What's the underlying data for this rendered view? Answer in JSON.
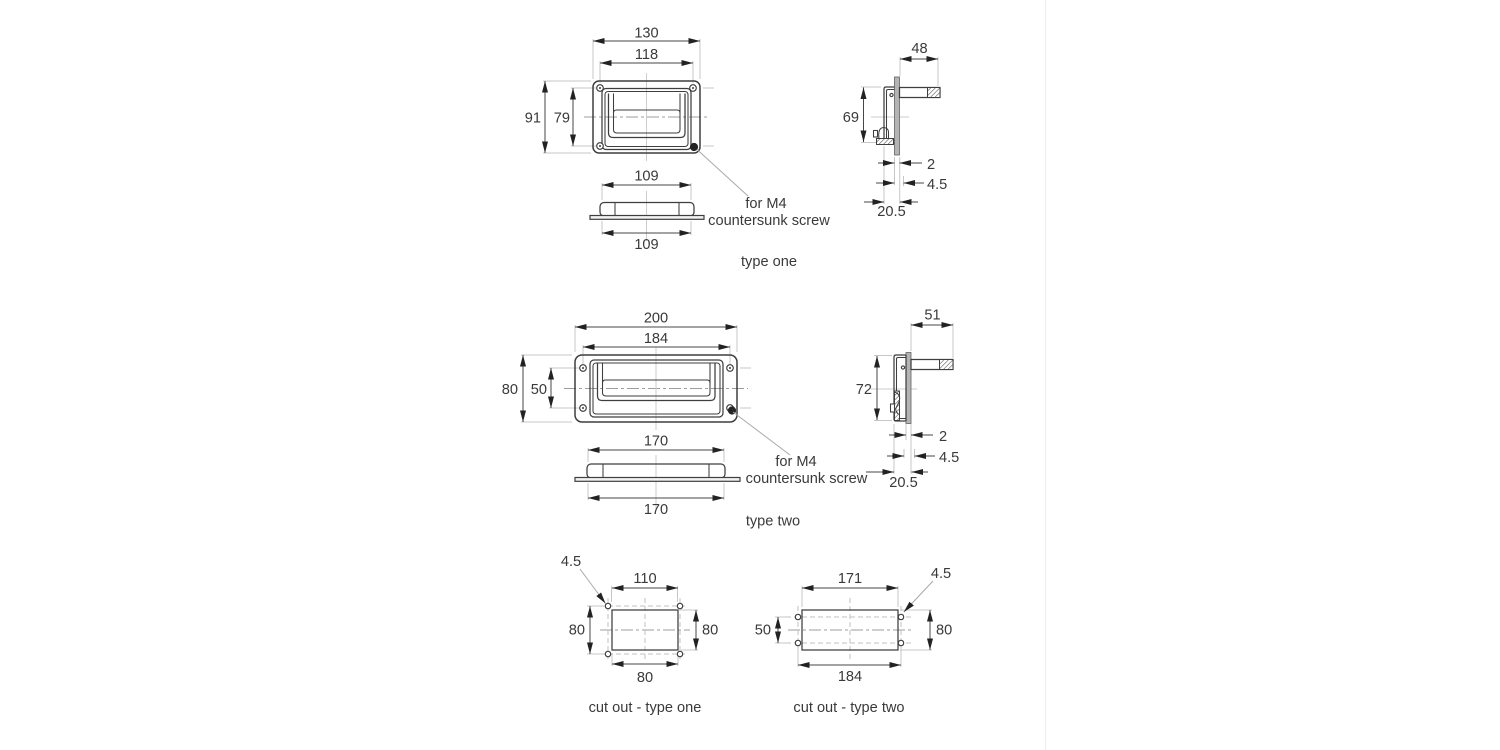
{
  "divider": {
    "color": "#ececec"
  },
  "type_one": {
    "caption": "type one",
    "note": {
      "line1": "for M4",
      "line2": "countersunk screw"
    },
    "front": {
      "overall_width": "130",
      "screw_spacing_h": "118",
      "overall_height": "91",
      "screw_spacing_v": "79"
    },
    "rear": {
      "tray_width_top": "109",
      "tray_width_bottom": "109"
    },
    "side": {
      "handle_depth": "48",
      "body_height": "69",
      "panel_thickness": "2",
      "flange_offset": "4.5",
      "recess_depth": "20.5"
    }
  },
  "type_two": {
    "caption": "type two",
    "note": {
      "line1": "for M4",
      "line2": "countersunk screw"
    },
    "front": {
      "overall_width": "200",
      "screw_spacing_h": "184",
      "overall_height": "80",
      "screw_spacing_v": "50"
    },
    "rear": {
      "tray_width_top": "170",
      "tray_width_bottom": "170"
    },
    "side": {
      "handle_depth": "51",
      "body_height": "72",
      "panel_thickness": "2",
      "flange_offset": "4.5",
      "recess_depth": "20.5"
    }
  },
  "cutout_one": {
    "caption": "cut out - type one",
    "hole_diameter": "4.5",
    "width_top": "110",
    "height_left": "80",
    "height_right": "80",
    "width_bottom": "80"
  },
  "cutout_two": {
    "caption": "cut out - type two",
    "hole_diameter": "4.5",
    "width_top": "171",
    "height_left": "50",
    "height_right": "80",
    "width_bottom": "184"
  }
}
